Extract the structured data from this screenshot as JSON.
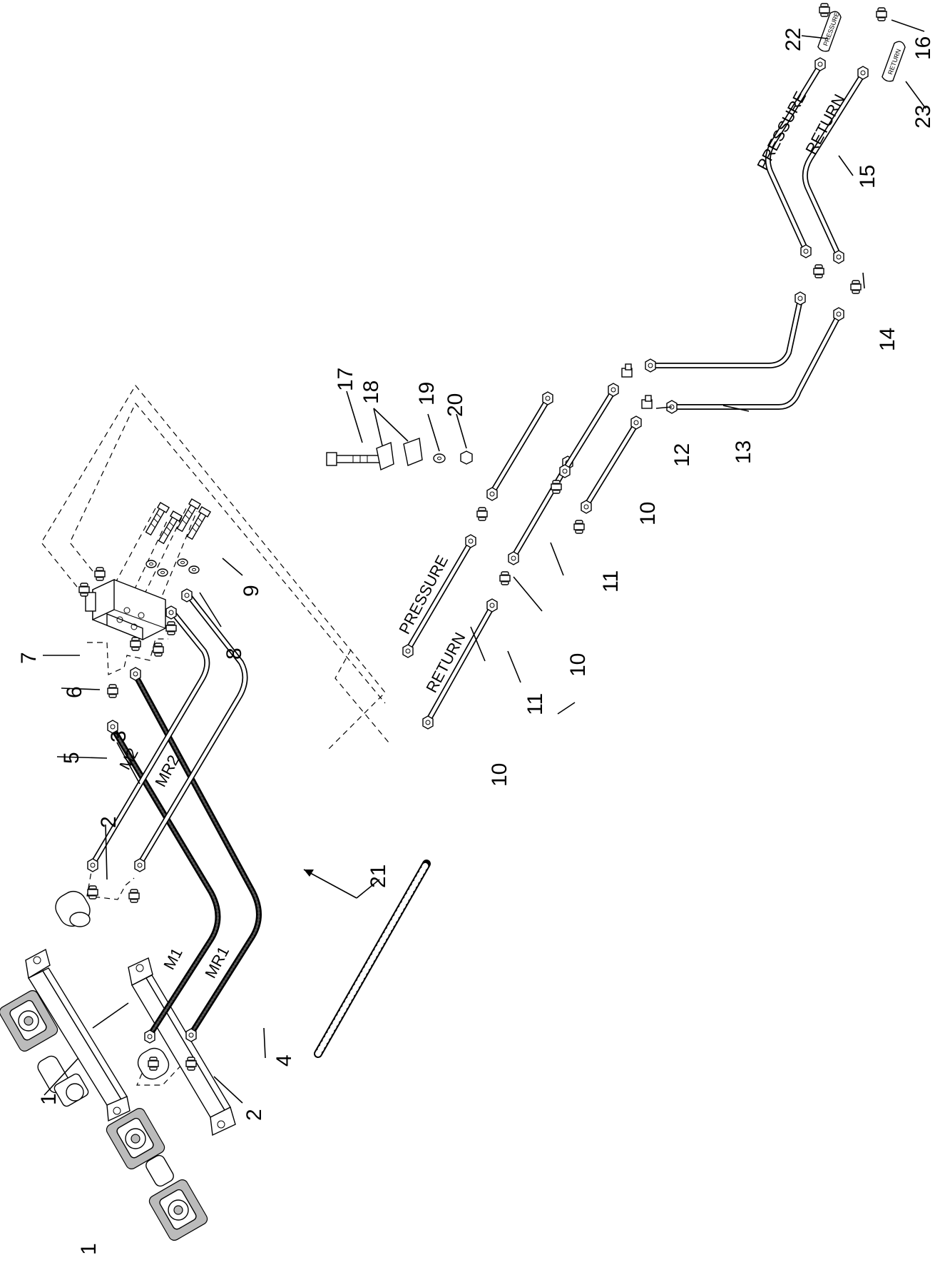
{
  "callouts": {
    "c1a": "1",
    "c1b": "1",
    "c2a": "2",
    "c2b": "2",
    "c3": "3",
    "c4": "4",
    "c5": "5",
    "c6": "6",
    "c7": "7",
    "c8": "8",
    "c9": "9",
    "c10a": "10",
    "c10b": "10",
    "c10c": "10",
    "c11a": "11",
    "c11b": "11",
    "c12": "12",
    "c13": "13",
    "c14": "14",
    "c15": "15",
    "c16": "16",
    "c17": "17",
    "c18": "18",
    "c19": "19",
    "c20": "20",
    "c21": "21",
    "c22": "22",
    "c23": "23"
  },
  "hose_labels": {
    "m2": "M2",
    "mr2": "MR2",
    "m1": "M1",
    "mr1": "MR1",
    "pressure_mid": "PRESSURE",
    "return_mid": "RETURN",
    "pressure_top": "PRESSURE",
    "return_top": "RETURN"
  },
  "tags": {
    "pressure_tag": "PRESSURE",
    "return_tag": "RETURN"
  }
}
